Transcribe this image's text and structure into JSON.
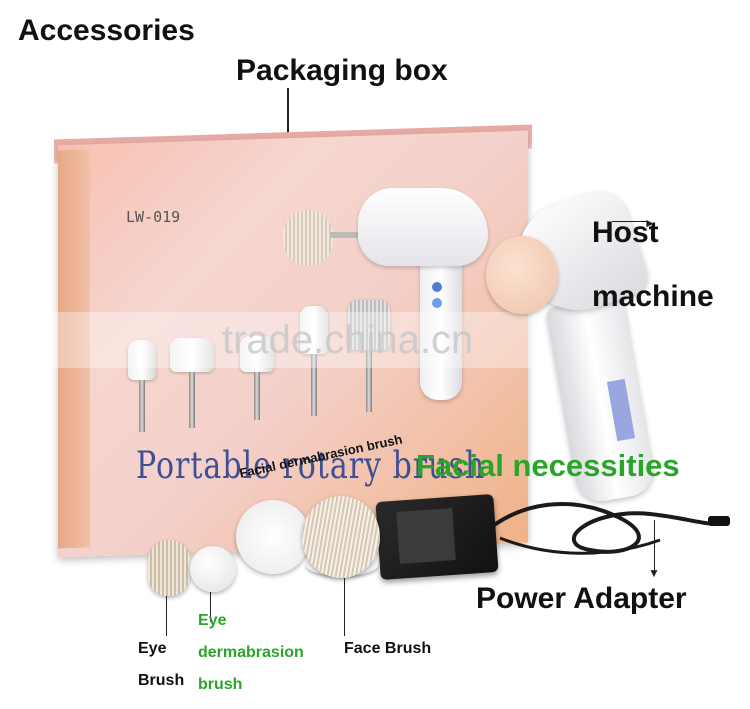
{
  "labels": {
    "accessories": "Accessories",
    "packaging_box": "Packaging box",
    "host_line1": "Host",
    "host_line2": "machine",
    "facial_necessities": "Facial necessities",
    "facial_dermabrasion_brush": "Facial dermabrasion brush",
    "power_adapter": "Power Adapter",
    "eye_brush_line1": "Eye",
    "eye_brush_line2": "Brush",
    "eye_derm_line1": "Eye",
    "eye_derm_line2": "dermabrasion",
    "eye_derm_line3": "brush",
    "face_brush": "Face Brush"
  },
  "box": {
    "model_code": "LW-019",
    "product_name": "Portable rotary brush"
  },
  "watermark": "trade.china.cn",
  "colors": {
    "label_text": "#111111",
    "green_label": "#2aa52a",
    "box_title": "#3f4f93"
  }
}
